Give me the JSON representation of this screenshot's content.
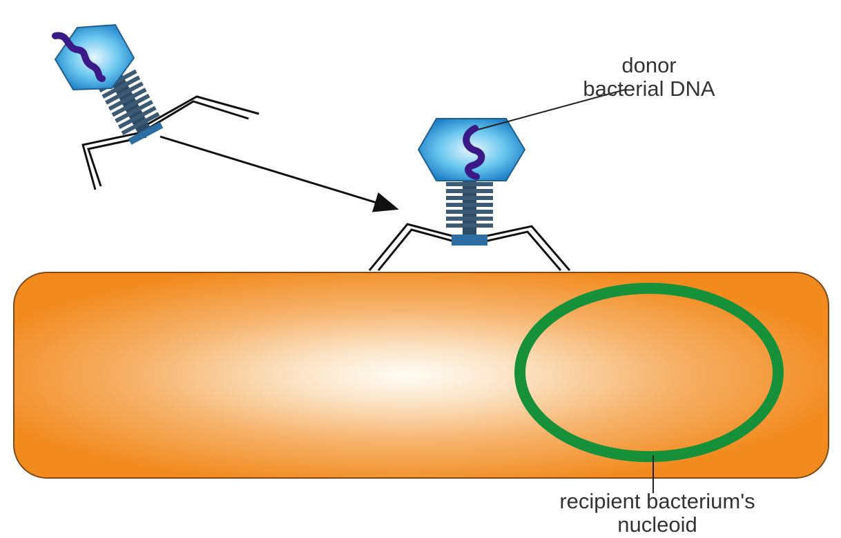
{
  "labels": {
    "donor_line1": "donor",
    "donor_line2": "bacterial DNA",
    "nucleoid_line1": "recipient bacterium's",
    "nucleoid_line2": "nucleoid"
  },
  "colors": {
    "bacterium_edge": "#f28a1e",
    "bacterium_center": "#fffdf7",
    "nucleoid_ring": "#16913a",
    "capsid_light": "#e8f6ff",
    "capsid_mid": "#6cc8ef",
    "capsid_dark": "#1f82c8",
    "dna": "#3a1a86",
    "tail": "#2c4b66",
    "arrow": "#111111"
  }
}
